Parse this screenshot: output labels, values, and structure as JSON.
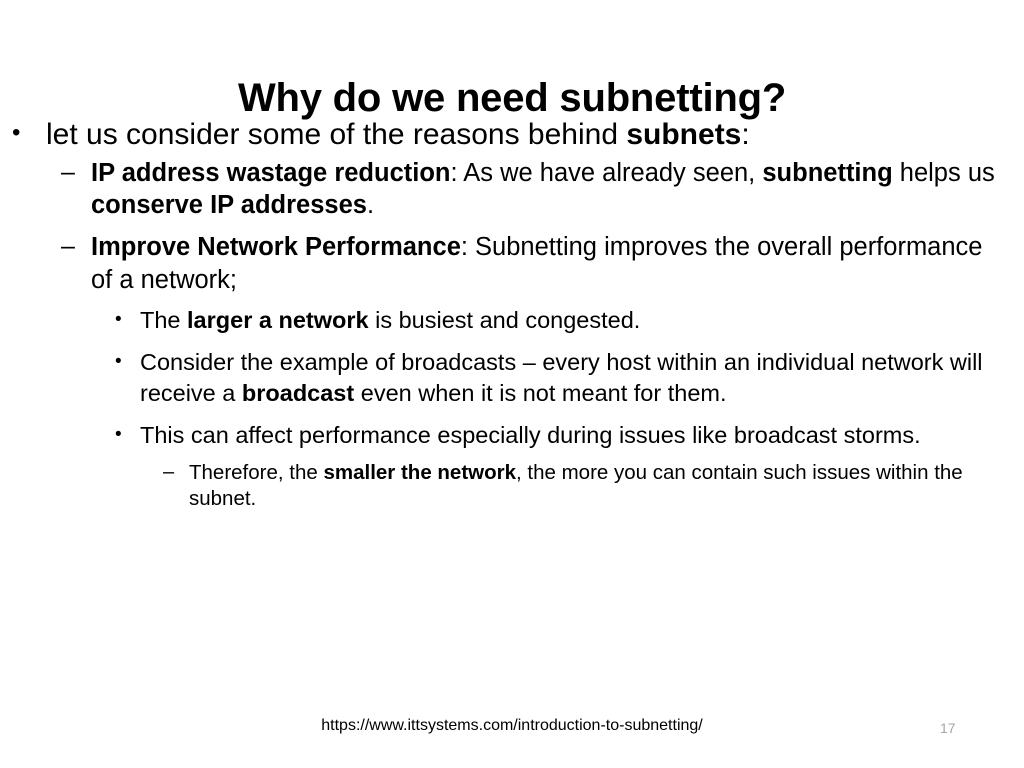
{
  "slide": {
    "title": "Why do we need subnetting?",
    "bullets": {
      "l1_intro": {
        "marker": "•",
        "pre": "let us consider some of the reasons behind ",
        "bold": "subnets",
        "post": ":"
      },
      "l2_wastage": {
        "marker": "–",
        "bold1": "IP address wastage reduction",
        "mid1": ": As we have already seen, ",
        "bold2": "subnetting",
        "mid2": " helps us ",
        "bold3": "conserve IP addresses",
        "post": "."
      },
      "l2_performance": {
        "marker": "–",
        "bold1": "Improve Network Performance",
        "post": ": Subnetting improves the overall performance of a network;"
      },
      "l3_larger": {
        "marker": "•",
        "pre": "The ",
        "bold": "larger a network",
        "post": " is busiest and  congested."
      },
      "l3_broadcast": {
        "marker": "•",
        "pre": "Consider the example of broadcasts – every host within an individual network will receive a ",
        "bold": "broadcast",
        "post": " even when it is not meant for them."
      },
      "l3_storms": {
        "marker": "•",
        "text": "This can affect performance especially during issues like broadcast storms."
      },
      "l4_therefore": {
        "marker": "–",
        "pre": "Therefore, the ",
        "bold": "smaller the network",
        "post": ", the more you can contain such issues within the subnet."
      }
    }
  },
  "footer": {
    "url": "https://www.ittsystems.com/introduction-to-subnetting/",
    "slide_number": "17",
    "slide_number_color": "#a6a6a6"
  }
}
